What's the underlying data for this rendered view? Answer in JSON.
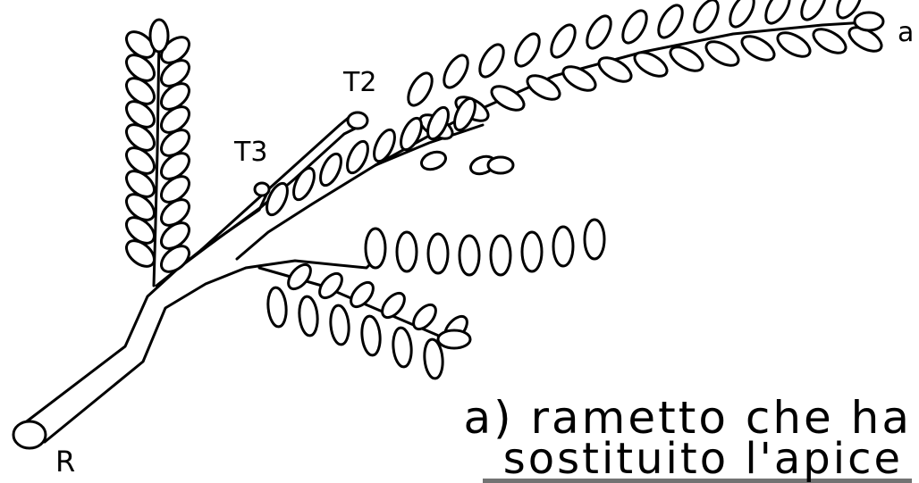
{
  "labels": {
    "t2": "T2",
    "t3": "T3",
    "r": "R",
    "a": "a"
  },
  "caption": {
    "line1": "a) rametto che ha",
    "line2": "sostituito l'apice"
  }
}
